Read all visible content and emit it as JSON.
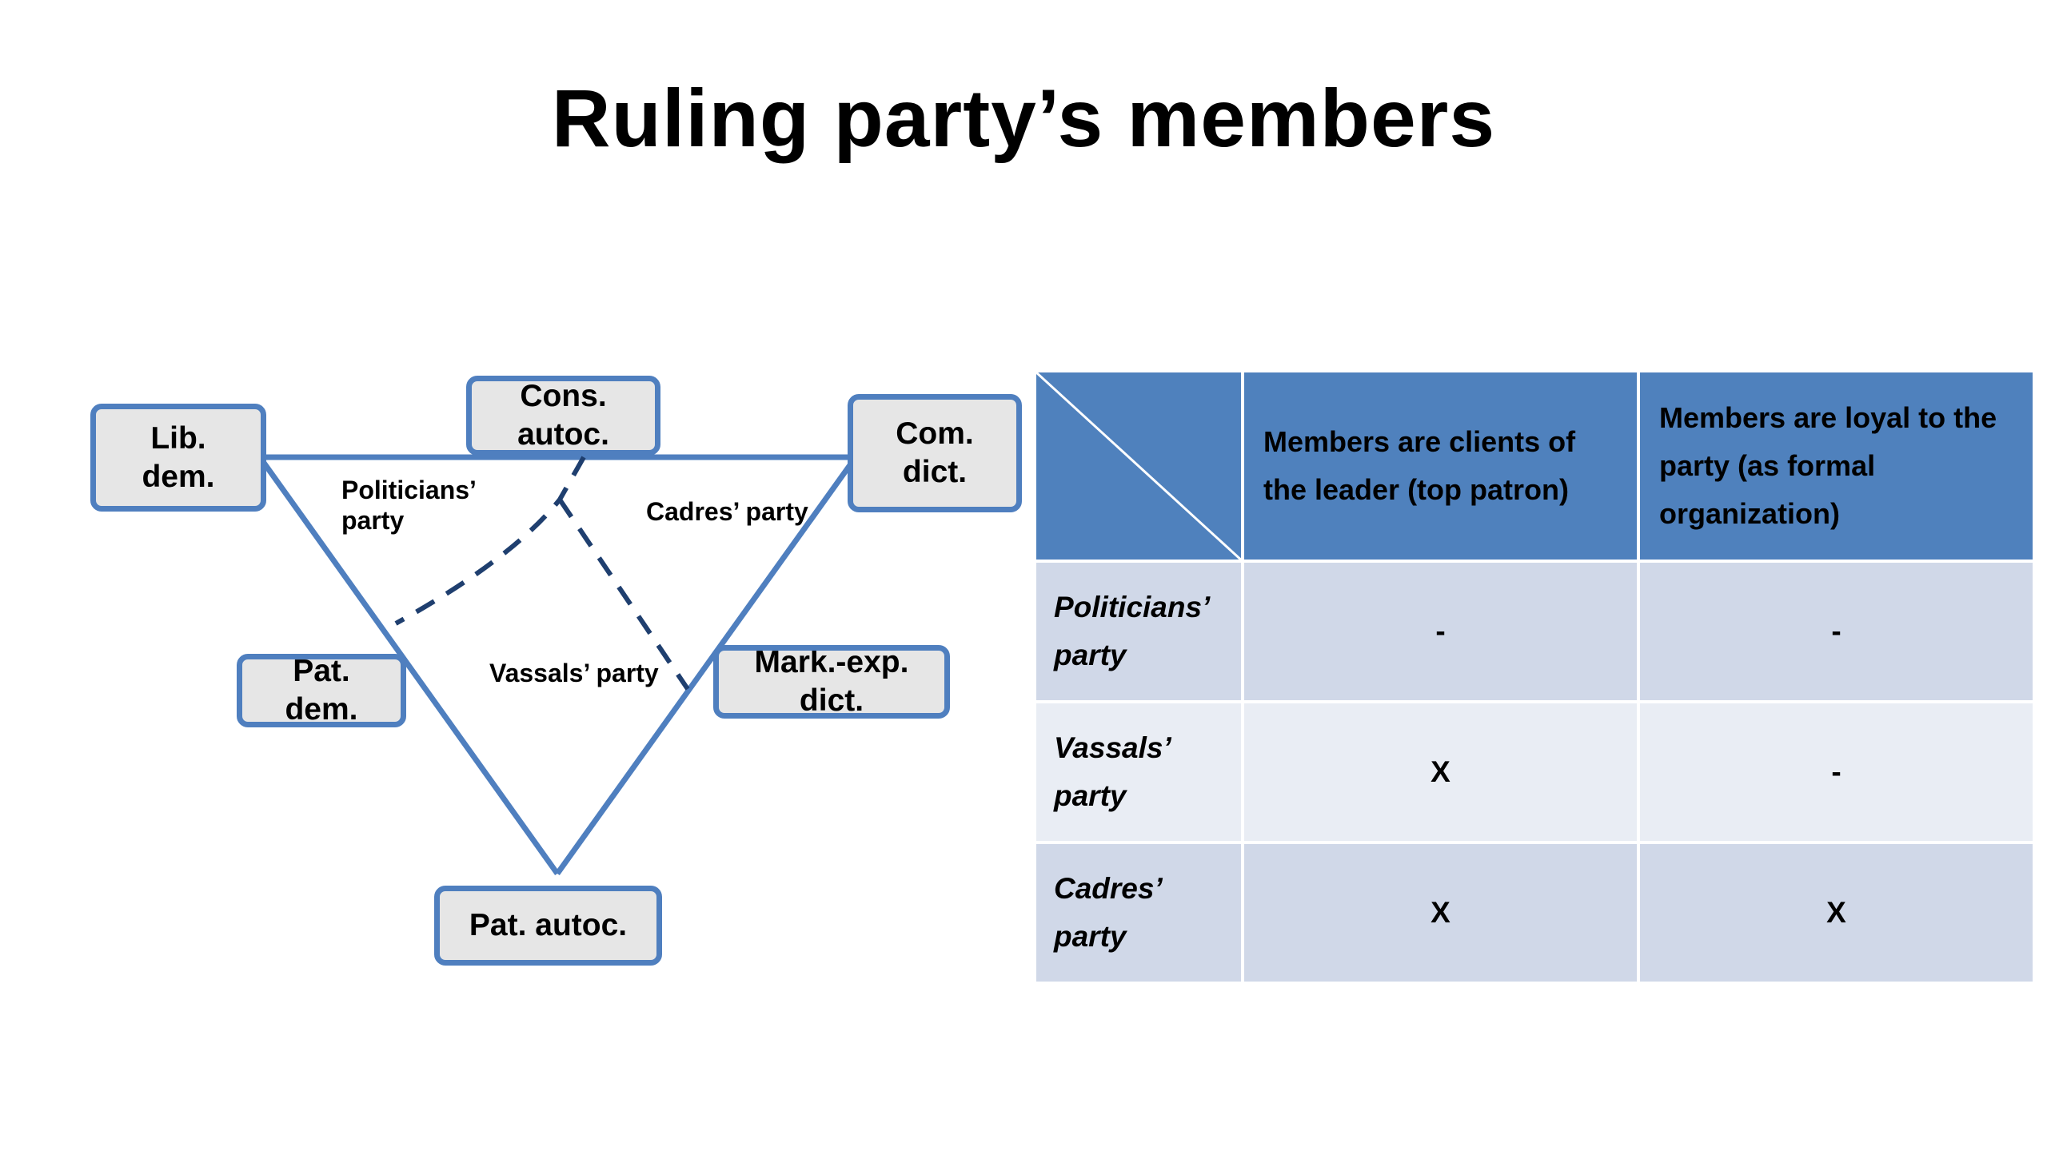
{
  "title": "Ruling party’s members",
  "diagram": {
    "nodes": {
      "lib_dem": "Lib.\ndem.",
      "cons_autoc": "Cons.\nautoc.",
      "com_dict": "Com.\ndict.",
      "pat_dem": "Pat.\ndem.",
      "mark_exp_dict": "Mark.-exp.\ndict.",
      "pat_autoc": "Pat. autoc."
    },
    "regions": {
      "politicians": "Politicians’\nparty",
      "cadres": "Cadres’ party",
      "vassals": "Vassals’ party"
    }
  },
  "table": {
    "columns": [
      "",
      "Members are clients of the leader (top patron)",
      "Members are loyal to the party (as formal organization)"
    ],
    "rows": [
      {
        "label": "Politicians’\nparty",
        "clients": "-",
        "loyal": "-"
      },
      {
        "label": "Vassals’\nparty",
        "clients": "X",
        "loyal": "-"
      },
      {
        "label": "Cadres’\nparty",
        "clients": "X",
        "loyal": "X"
      }
    ]
  },
  "colors": {
    "accent": "#4f81bd",
    "line": "#4f7fbf",
    "dashed": "#1f3f6f",
    "row_dark": "#d0d8e8",
    "row_light": "#e9edf4",
    "node_fill": "#e6e6e6"
  }
}
